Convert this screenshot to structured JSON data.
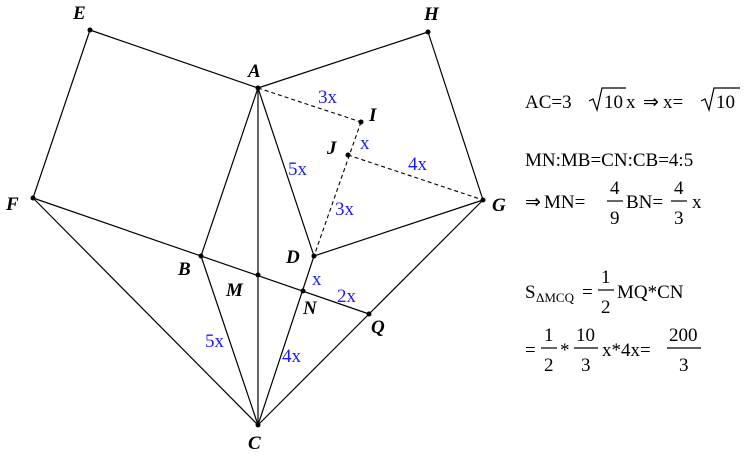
{
  "points": {
    "E": "E",
    "H": "H",
    "A": "A",
    "I": "I",
    "J": "J",
    "F": "F",
    "G": "G",
    "B": "B",
    "D": "D",
    "M": "M",
    "N": "N",
    "Q": "Q",
    "C": "C"
  },
  "lengths": {
    "AI": "3x",
    "IJ": "x",
    "JG": "4x",
    "AD": "5x",
    "JD": "3x",
    "DN": "x",
    "NQ": "2x",
    "BC": "5x",
    "NC": "4x"
  },
  "equations": {
    "line1_lhs": "AC=3",
    "line1_rad": "10",
    "line1_mid": "x",
    "line1_arrow": "⇒",
    "line1_rhs": " x=",
    "line1_rad2": "10",
    "line2": "MN:MB=CN:CB=4:5",
    "line3_arrow": "⇒",
    "line3_a": " MN=",
    "line3_num1": "4",
    "line3_den1": "9",
    "line3_b": "BN=",
    "line3_num2": "4",
    "line3_den2": "3",
    "line3_c": "x",
    "line4_s": "S",
    "line4_sub": "ΔMCQ",
    "line4_eq": "=",
    "line4_num": "1",
    "line4_den": "2",
    "line4_rest": "MQ*CN",
    "line5_eq": "=",
    "line5_num1": "1",
    "line5_den1": "2",
    "line5_star1": "*",
    "line5_num2": "10",
    "line5_den2": "3",
    "line5_mid": "x*4x=",
    "line5_num3": "200",
    "line5_den3": "3"
  }
}
